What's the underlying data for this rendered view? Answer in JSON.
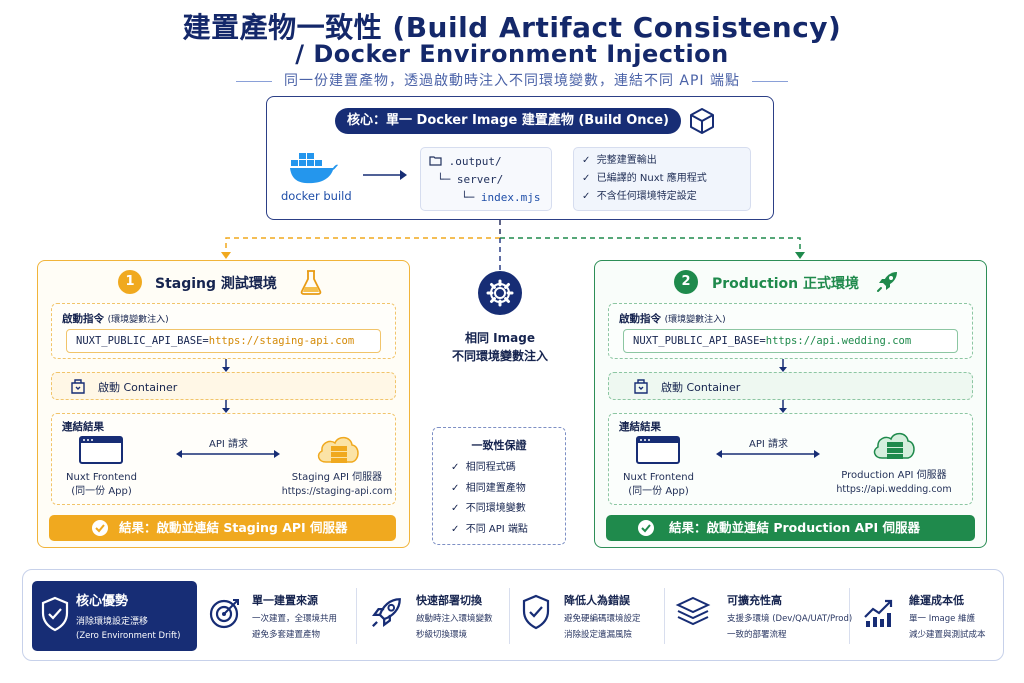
{
  "title_line1": "建置產物一致性 (Build Artifact Consistency)",
  "title_line2": "/ Docker Environment Injection",
  "subtitle": "同一份建置產物，透過啟動時注入不同環境變數，連結不同 API 端點",
  "core": {
    "pill": "核心：單一 Docker Image 建置產物 (Build Once)",
    "docker_label": "docker build",
    "tree": [
      ".output/",
      "server/",
      "index.mjs"
    ],
    "checks": [
      "完整建置輸出",
      "已編譯的 Nuxt 應用程式",
      "不含任何環境特定設定"
    ]
  },
  "middle": {
    "label_line1": "相同 Image",
    "label_line2": "不同環境變數注入",
    "guarantee_title": "一致性保證",
    "guarantee_items": [
      "相同程式碼",
      "相同建置產物",
      "不同環境變數",
      "不同 API 端點"
    ]
  },
  "staging": {
    "number": "1",
    "title": "Staging 測試環境",
    "cmd_label": "啟動指令",
    "cmd_note": "(環境變數注入)",
    "env_key": "NUXT_PUBLIC_API_BASE=",
    "env_val": "https://staging-api.com",
    "start": "啟動 Container",
    "conn_label": "連結結果",
    "frontend_line1": "Nuxt Frontend",
    "frontend_line2": "(同一份 App)",
    "api_req": "API 請求",
    "server_line1": "Staging API 伺服器",
    "server_line2": "https://staging-api.com",
    "result": "結果：啟動並連結 Staging API 伺服器"
  },
  "production": {
    "number": "2",
    "title": "Production 正式環境",
    "cmd_label": "啟動指令",
    "cmd_note": "(環境變數注入)",
    "env_key": "NUXT_PUBLIC_API_BASE=",
    "env_val": "https://api.wedding.com",
    "start": "啟動 Container",
    "conn_label": "連結結果",
    "frontend_line1": "Nuxt Frontend",
    "frontend_line2": "(同一份 App)",
    "api_req": "API 請求",
    "server_line1": "Production API 伺服器",
    "server_line2": "https://api.wedding.com",
    "result": "結果：啟動並連結 Production API 伺服器"
  },
  "benefits": {
    "card_title": "核心優勢",
    "card_line1": "消除環境設定漂移",
    "card_line2": "(Zero Environment Drift)",
    "items": [
      {
        "title": "單一建置來源",
        "d1": "一次建置，全環境共用",
        "d2": "避免多套建置產物"
      },
      {
        "title": "快速部署切換",
        "d1": "啟動時注入環境變數",
        "d2": "秒級切換環境"
      },
      {
        "title": "降低人為錯誤",
        "d1": "避免硬編碼環境設定",
        "d2": "消除設定遺漏風險"
      },
      {
        "title": "可擴充性高",
        "d1": "支援多環境 (Dev/QA/UAT/Prod)",
        "d2": "一致的部署流程"
      },
      {
        "title": "維運成本低",
        "d1": "單一 Image 維護",
        "d2": "減少建置與測試成本"
      }
    ]
  },
  "colors": {
    "navy": "#172d75",
    "staging": "#f0a91f",
    "production": "#1f8a4c",
    "docker": "#2496ed"
  },
  "icons": [
    "cube-icon",
    "docker-whale-icon",
    "folder-icon",
    "check-icon",
    "flask-icon",
    "rocket-icon",
    "gear-icon",
    "container-icon",
    "browser-window-icon",
    "cloud-server-icon",
    "shield-icon",
    "target-icon",
    "layers-icon",
    "chart-growth-icon"
  ]
}
